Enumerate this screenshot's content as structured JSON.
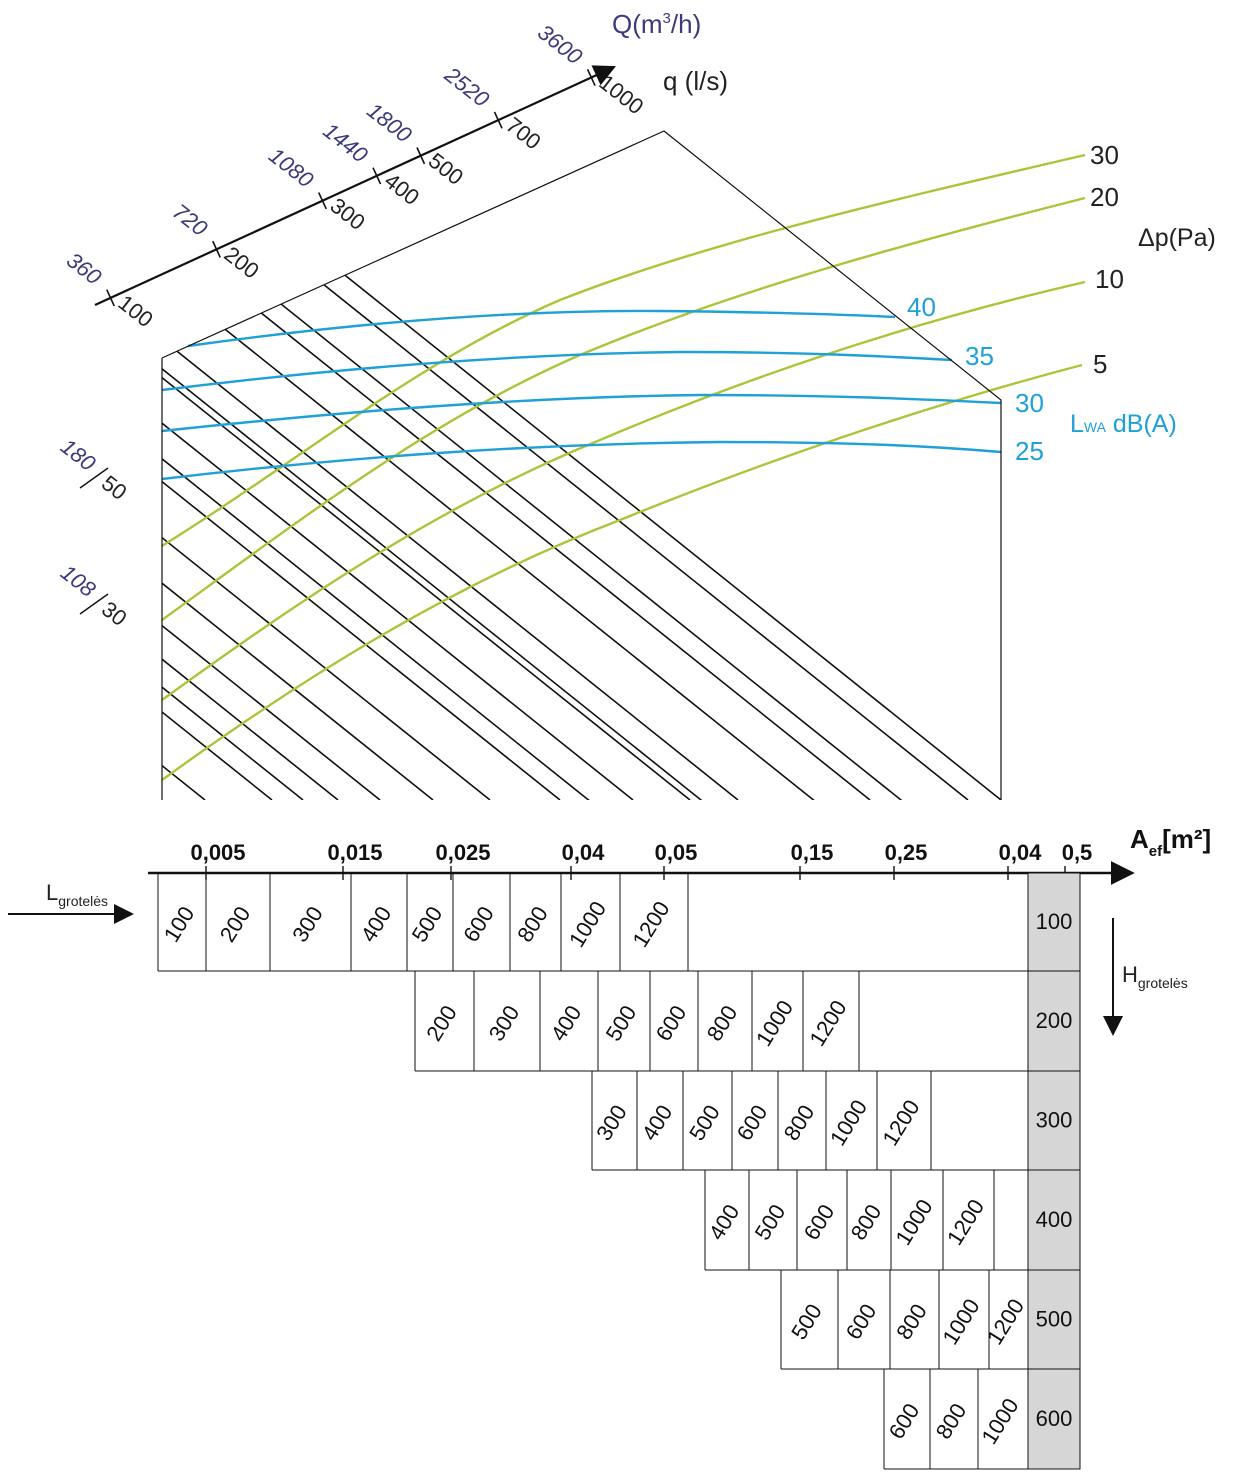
{
  "chart_data": {
    "type": "line",
    "colors": {
      "Q": "#3b3a7a",
      "q": "#222222",
      "sound": "#1fa0d6",
      "pressure": "#a9c63a",
      "grid": "#111111",
      "shade": "#d6d6d6"
    },
    "flow_axis": {
      "Q_label_main": "Q(m",
      "Q_label_sup": "3",
      "Q_label_end": "/h)",
      "q_label": "q (l/s)",
      "ticks": [
        {
          "Q": "360",
          "q": "100"
        },
        {
          "Q": "720",
          "q": "200"
        },
        {
          "Q": "1080",
          "q": "300"
        },
        {
          "Q": "1440",
          "q": "400"
        },
        {
          "Q": "1800",
          "q": "500"
        },
        {
          "Q": "2520",
          "q": "700"
        },
        {
          "Q": "3600",
          "q": "1000"
        }
      ],
      "lower_ticks": [
        {
          "Q": "180",
          "q": "50"
        },
        {
          "Q": "108",
          "q": "30"
        }
      ]
    },
    "pressure": {
      "unit": "Δp(Pa)",
      "curves": [
        "30",
        "20",
        "10",
        "5"
      ]
    },
    "sound": {
      "unit_main": "L",
      "unit_sub": "WA",
      "unit_end": " dB(A)",
      "curves": [
        "40",
        "35",
        "30",
        "25"
      ]
    },
    "area_axis": {
      "label_main": "A",
      "label_sub": "ef",
      "label_end": "[m²]",
      "ticks": [
        "0,005",
        "0,015",
        "0,025",
        "0,04",
        "0,05",
        "0,15",
        "0,25",
        "0,04",
        "0,5"
      ]
    },
    "L_label_main": "L",
    "L_label_sub": "grotelės",
    "H_label_main": "H",
    "H_label_sub": "grotelės",
    "size_table": [
      {
        "H": "100",
        "L": [
          "100",
          "200",
          "300",
          "400",
          "500",
          "600",
          "800",
          "1000",
          "1200"
        ]
      },
      {
        "H": "200",
        "L": [
          "200",
          "300",
          "400",
          "500",
          "600",
          "800",
          "1000",
          "1200"
        ]
      },
      {
        "H": "300",
        "L": [
          "300",
          "400",
          "500",
          "600",
          "800",
          "1000",
          "1200"
        ]
      },
      {
        "H": "400",
        "L": [
          "400",
          "500",
          "600",
          "800",
          "1000",
          "1200"
        ]
      },
      {
        "H": "500",
        "L": [
          "500",
          "600",
          "800",
          "1000",
          "1200"
        ]
      },
      {
        "H": "600",
        "L": [
          "600",
          "800",
          "1000"
        ]
      }
    ]
  }
}
